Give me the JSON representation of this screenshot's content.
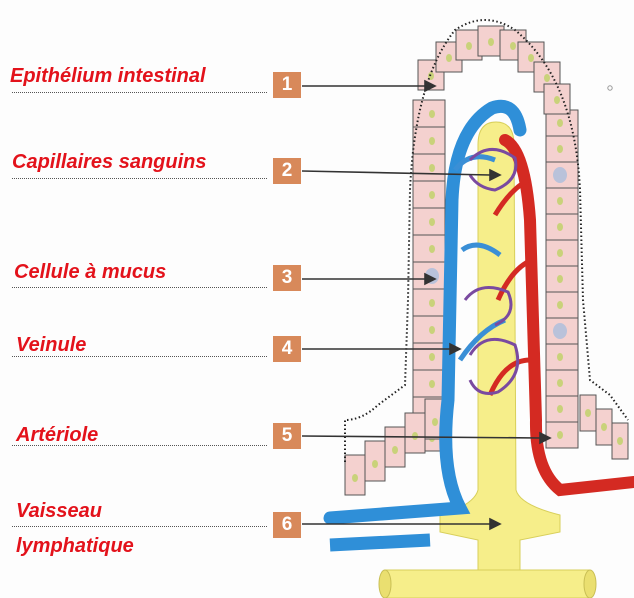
{
  "callouts": [
    {
      "number": "1",
      "label": "Epithélium intestinal"
    },
    {
      "number": "2",
      "label": "Capillaires sanguins"
    },
    {
      "number": "3",
      "label": "Cellule à mucus"
    },
    {
      "number": "4",
      "label": "Veinule"
    },
    {
      "number": "5",
      "label": "Artériole"
    },
    {
      "number": "6",
      "label_line1": "Vaisseau",
      "label_line2": "lymphatique"
    }
  ],
  "colors": {
    "label_text": "#e3121b",
    "badge": "#d8895a",
    "epithelium": "#f4d1cf",
    "nucleus": "#c9d27a",
    "vein": "#2f8fd8",
    "artery": "#d42a22",
    "lymphatic": "#f6ee8a",
    "goblet_cell": "#b9c2da"
  }
}
